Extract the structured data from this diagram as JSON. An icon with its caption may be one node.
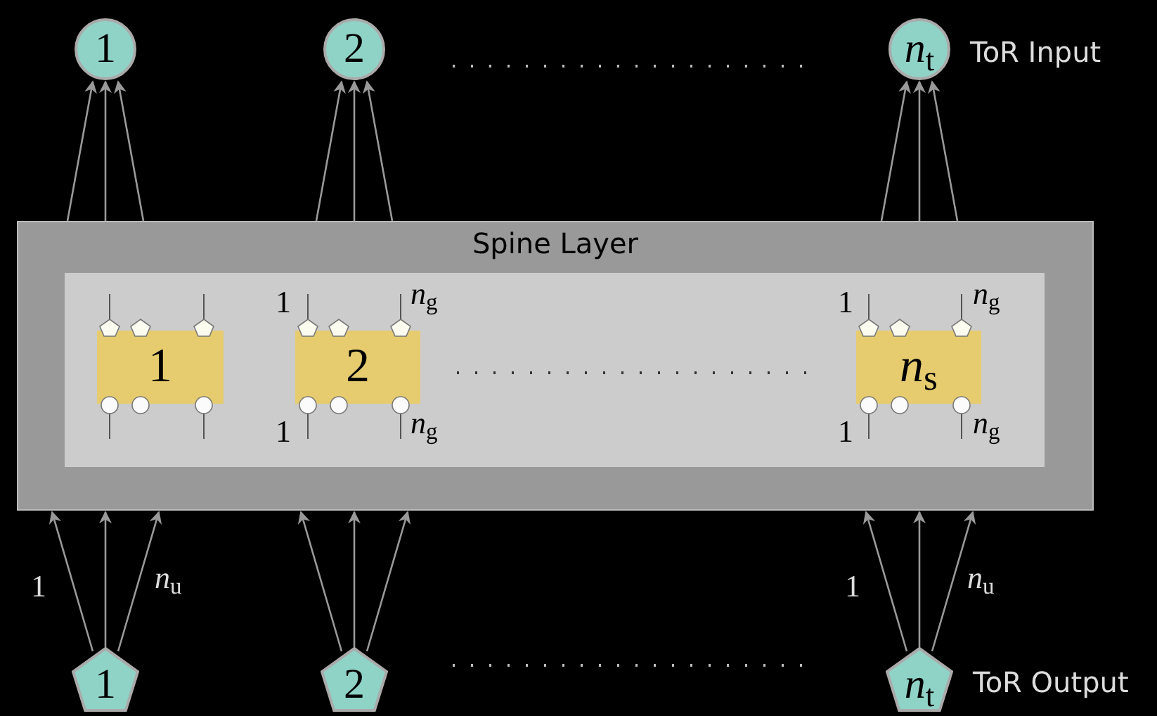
{
  "diagram": {
    "nodes": [
      {
        "text": [
          "1"
        ]
      },
      {
        "text": [
          "2"
        ]
      },
      {
        "text": [
          "*n*$_{t}$"
        ],
        "beside": [
          "ToR Input"
        ]
      },
      {
        "text": [
          "Spine Layer"
        ]
      },
      {
        "text": [],
        "shape": "box",
        "in": 3
      },
      {
        "text": [
          "1"
        ],
        "in": 4
      },
      {
        "text": [
          "2"
        ],
        "in": 4
      },
      {
        "text": [
          "*n*$_{s}$"
        ],
        "in": 4
      },
      {
        "text": [
          "1"
        ]
      },
      {
        "text": [
          "2"
        ]
      },
      {
        "text": [
          "*n*$_{t}$"
        ],
        "beside": [
          "ToR Output"
        ]
      }
    ],
    "edges": [
      {
        "from": 3,
        "to": 0,
        "arrow": "to"
      },
      {
        "from": 3,
        "to": 0,
        "arrow": "to"
      },
      {
        "from": 3,
        "to": 0,
        "arrow": "to"
      },
      {
        "from": 3,
        "to": 1,
        "arrow": "to"
      },
      {
        "from": 3,
        "to": 1,
        "arrow": "to"
      },
      {
        "from": 3,
        "to": 1,
        "arrow": "to"
      },
      {
        "from": 3,
        "to": 2,
        "arrow": "to"
      },
      {
        "from": 3,
        "to": 2,
        "arrow": "to"
      },
      {
        "from": 3,
        "to": 2,
        "arrow": "to"
      },
      {
        "from": 8,
        "to": 3,
        "arrow": "to"
      },
      {
        "from": 8,
        "to": 3,
        "arrow": "to"
      },
      {
        "from": 8,
        "to": 3,
        "arrow": "to"
      },
      {
        "from": 9,
        "to": 3,
        "arrow": "to"
      },
      {
        "from": 9,
        "to": 3,
        "arrow": "to"
      },
      {
        "from": 9,
        "to": 3,
        "arrow": "to"
      },
      {
        "from": 10,
        "to": 3,
        "arrow": "to"
      },
      {
        "from": 10,
        "to": 3,
        "arrow": "to"
      },
      {
        "from": 10,
        "to": 3,
        "arrow": "to"
      }
    ],
    "labels": [
      "1",
      "*n*$_{g}$",
      "1",
      "*n*$_{g}$",
      "1",
      "*n*$_{g}$",
      "1",
      "*n*$_{g}$",
      "1",
      "*n*$_{u}$",
      "1",
      "*n*$_{u}$"
    ]
  }
}
